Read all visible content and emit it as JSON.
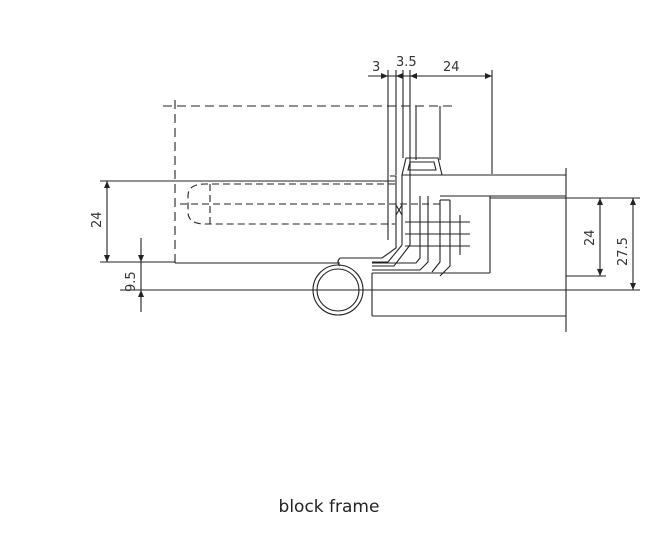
{
  "diagram": {
    "caption": "block frame",
    "line_color": "#222222",
    "text_color": "#333333",
    "dimensions": {
      "top_3": "3",
      "top_3_5": "3.5",
      "top_24": "24",
      "left_24": "24",
      "left_9_5": "9.5",
      "right_24": "24",
      "right_27_5": "27.5"
    }
  }
}
